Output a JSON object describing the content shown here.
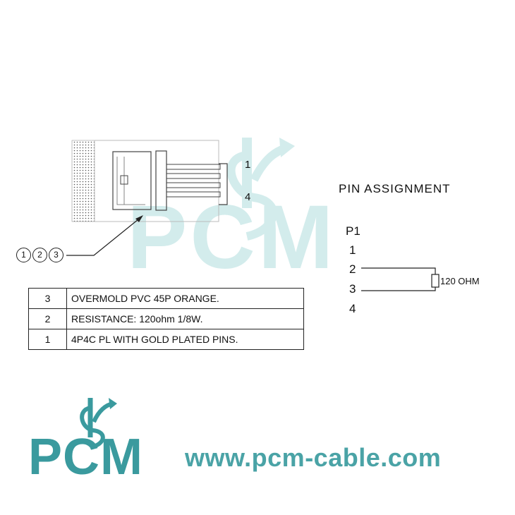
{
  "connector": {
    "pin_top": "1",
    "pin_bottom": "4"
  },
  "balloons": [
    "1",
    "2",
    "3"
  ],
  "pin_assignment": {
    "title": "PIN  ASSIGNMENT",
    "connector_label": "P1",
    "pins": [
      "1",
      "2",
      "3",
      "4"
    ],
    "resistor_label": "120 OHM"
  },
  "bom": [
    {
      "item": "3",
      "description": "OVERMOLD PVC 45P ORANGE."
    },
    {
      "item": "2",
      "description": "RESISTANCE: 120ohm 1/8W."
    },
    {
      "item": "1",
      "description": "4P4C PL  WITH GOLD PLATED PINS."
    }
  ],
  "logo": {
    "brand": "PCM",
    "url": "www.pcm-cable.com",
    "color": "#3a9a9e",
    "watermark_color": "#d3ecec"
  }
}
